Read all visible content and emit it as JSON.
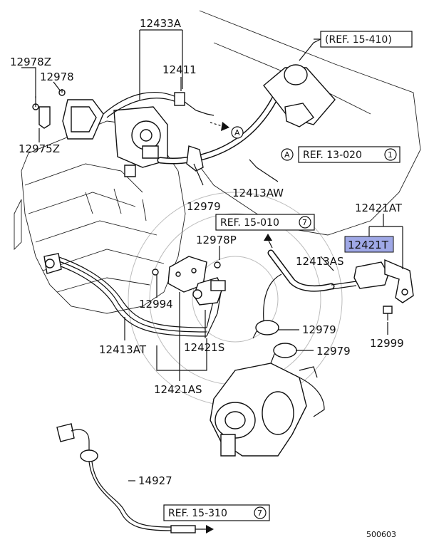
{
  "diagram": {
    "part_labels": {
      "p12433A": "12433A",
      "p12411": "12411",
      "p12978Z": "12978Z",
      "p12978": "12978",
      "p12975Z": "12975Z",
      "p12979_top": "12979",
      "p12413AW": "12413AW",
      "p12421AT": "12421AT",
      "p12421T": "12421T",
      "p12978P": "12978P",
      "p12994": "12994",
      "p12413AS": "12413AS",
      "p12979_mid": "12979",
      "p12979_low": "12979",
      "p12999": "12999",
      "p12413AT": "12413AT",
      "p12421S": "12421S",
      "p12421AS": "12421AS",
      "p14927": "14927"
    },
    "refs": {
      "ref_15_410": "(REF. 15-410)",
      "ref_13_020": "REF. 13-020",
      "ref_13_020_num": "1",
      "ref_15_010": "REF. 15-010",
      "ref_15_010_num": "7",
      "ref_15_310": "REF. 15-310",
      "ref_15_310_num": "7"
    },
    "markers": {
      "A_top": "A",
      "A_ref": "A"
    },
    "highlight_color": "#9fa8e6",
    "diagram_id": "500603"
  }
}
